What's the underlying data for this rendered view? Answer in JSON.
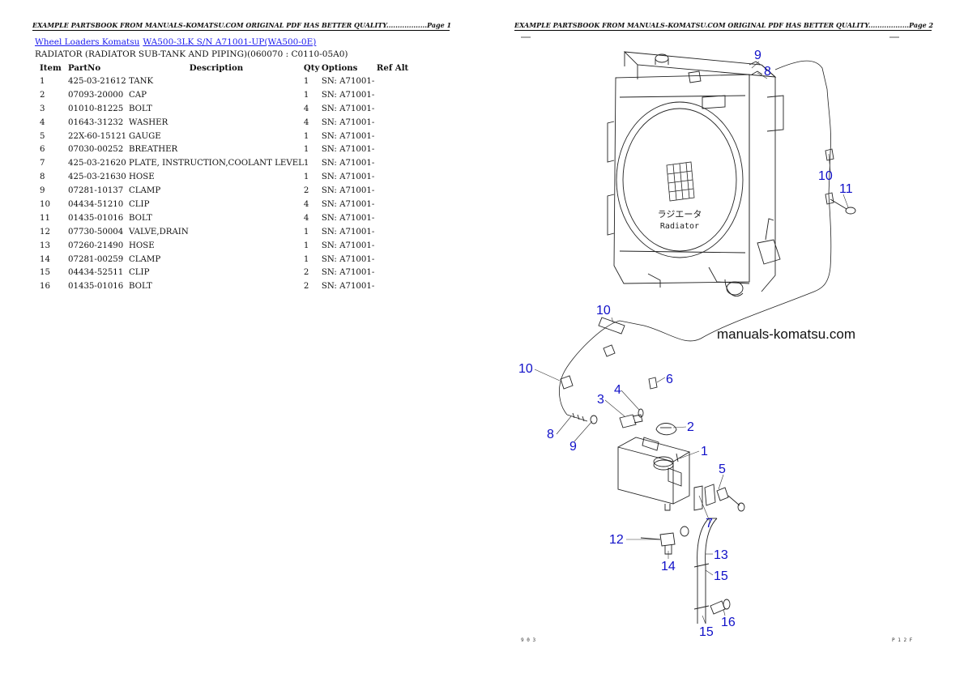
{
  "page1": {
    "header": "EXAMPLE PARTSBOOK FROM MANUALS-KOMATSU.COM ORIGINAL PDF HAS BETTER QUALITY..................Page 1",
    "breadcrumb": {
      "category": "Wheel Loaders Komatsu",
      "model": "WA500-3LK S/N A71001-UP(WA500-0E)"
    },
    "subtitle": "RADIATOR (RADIATOR SUB-TANK AND PIPING)(060070 : C0110-05A0)",
    "columns": [
      "Item",
      "PartNo",
      "Description",
      "Qty",
      "Options",
      "Ref Alt"
    ],
    "rows": [
      {
        "item": "1",
        "part": "425-03-21612",
        "desc": "TANK",
        "qty": "1",
        "opt": "SN: A71001-"
      },
      {
        "item": "2",
        "part": "07093-20000",
        "desc": "CAP",
        "qty": "1",
        "opt": "SN: A71001-"
      },
      {
        "item": "3",
        "part": "01010-81225",
        "desc": "BOLT",
        "qty": "4",
        "opt": "SN: A71001-"
      },
      {
        "item": "4",
        "part": "01643-31232",
        "desc": "WASHER",
        "qty": "4",
        "opt": "SN: A71001-"
      },
      {
        "item": "5",
        "part": "22X-60-15121",
        "desc": "GAUGE",
        "qty": "1",
        "opt": "SN: A71001-"
      },
      {
        "item": "6",
        "part": "07030-00252",
        "desc": "BREATHER",
        "qty": "1",
        "opt": "SN: A71001-"
      },
      {
        "item": "7",
        "part": "425-03-21620",
        "desc": "PLATE, INSTRUCTION,COOLANT LEVEL",
        "qty": "1",
        "opt": "SN: A71001-"
      },
      {
        "item": "8",
        "part": "425-03-21630",
        "desc": "HOSE",
        "qty": "1",
        "opt": "SN: A71001-"
      },
      {
        "item": "9",
        "part": "07281-10137",
        "desc": "CLAMP",
        "qty": "2",
        "opt": "SN: A71001-"
      },
      {
        "item": "10",
        "part": "04434-51210",
        "desc": "CLIP",
        "qty": "4",
        "opt": "SN: A71001-"
      },
      {
        "item": "11",
        "part": "01435-01016",
        "desc": "BOLT",
        "qty": "4",
        "opt": "SN: A71001-"
      },
      {
        "item": "12",
        "part": "07730-50004",
        "desc": "VALVE,DRAIN",
        "qty": "1",
        "opt": "SN: A71001-"
      },
      {
        "item": "13",
        "part": "07260-21490",
        "desc": "HOSE",
        "qty": "1",
        "opt": "SN: A71001-"
      },
      {
        "item": "14",
        "part": "07281-00259",
        "desc": "CLAMP",
        "qty": "1",
        "opt": "SN: A71001-"
      },
      {
        "item": "15",
        "part": "04434-52511",
        "desc": "CLIP",
        "qty": "2",
        "opt": "SN: A71001-"
      },
      {
        "item": "16",
        "part": "01435-01016",
        "desc": "BOLT",
        "qty": "2",
        "opt": "SN: A71001-"
      }
    ]
  },
  "page2": {
    "header": "EXAMPLE PARTSBOOK FROM MANUALS-KOMATSU.COM ORIGINAL PDF HAS BETTER QUALITY..................Page 2",
    "watermark": "manuals-komatsu.com",
    "radiator_label_jp": "ラジエータ",
    "radiator_label_en": "Radiator",
    "footer_left": "9 0 3",
    "footer_right": "P 1 2 F",
    "callouts": {
      "c9a": "9",
      "c8a": "8",
      "c10a": "10",
      "c11": "11",
      "c10b": "10",
      "c10c": "10",
      "c6": "6",
      "c4": "4",
      "c3": "3",
      "c2": "2",
      "c8b": "8",
      "c9b": "9",
      "c1": "1",
      "c5": "5",
      "c7": "7",
      "c12": "12",
      "c14": "14",
      "c13": "13",
      "c15a": "15",
      "c16": "16",
      "c15b": "15"
    }
  }
}
